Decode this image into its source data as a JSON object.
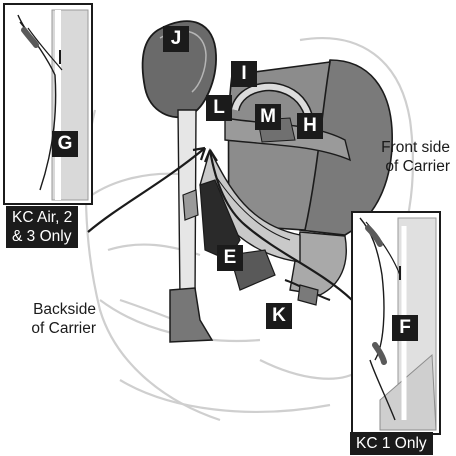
{
  "labels": {
    "J": "J",
    "I": "I",
    "L": "L",
    "M": "M",
    "H": "H",
    "G": "G",
    "E": "E",
    "K": "K",
    "F": "F"
  },
  "captions": {
    "front_side": "Front side\nof Carrier",
    "backside": "Backside\nof Carrier"
  },
  "insets": {
    "left_tag": "KC Air, 2\n& 3 Only",
    "right_tag": "KC 1 Only"
  },
  "colors": {
    "ink": "#1b1b1b",
    "light_gray": "#d9d9d9",
    "mid_gray": "#8c8c8c",
    "dark_gray": "#5a5a5a"
  }
}
